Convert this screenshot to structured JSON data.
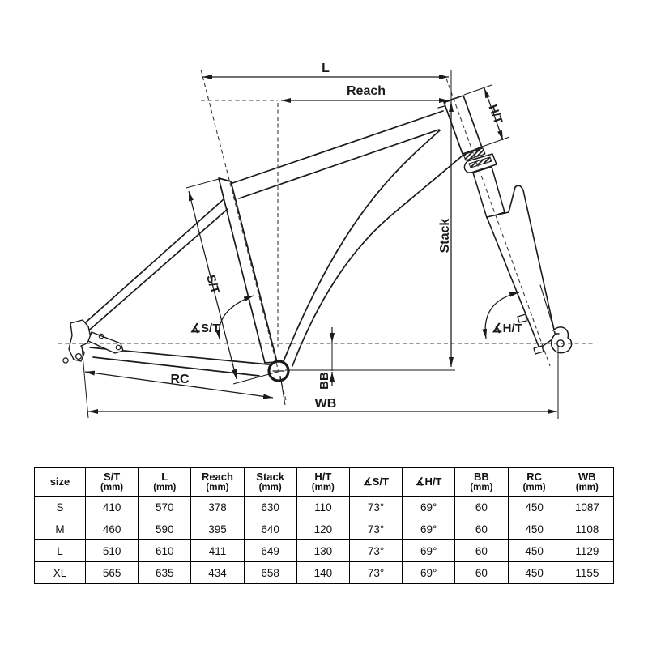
{
  "diagram": {
    "ink_color": "#1a1a1a",
    "labels": {
      "top_length": "L",
      "reach": "Reach",
      "head_tube": "H/T",
      "stack": "Stack",
      "seat_tube": "S/T",
      "seat_tube_angle": "∡S/T",
      "head_tube_angle": "∡H/T",
      "bb_drop": "BB",
      "rear_center": "RC",
      "wheelbase": "WB"
    }
  },
  "table": {
    "columns": [
      {
        "label": "size",
        "unit": ""
      },
      {
        "label": "S/T",
        "unit": "(mm)"
      },
      {
        "label": "L",
        "unit": "(mm)"
      },
      {
        "label": "Reach",
        "unit": "(mm)"
      },
      {
        "label": "Stack",
        "unit": "(mm)"
      },
      {
        "label": "H/T",
        "unit": "(mm)"
      },
      {
        "label": "∡S/T",
        "unit": ""
      },
      {
        "label": "∡H/T",
        "unit": ""
      },
      {
        "label": "BB",
        "unit": "(mm)"
      },
      {
        "label": "RC",
        "unit": "(mm)"
      },
      {
        "label": "WB",
        "unit": "(mm)"
      }
    ],
    "rows": [
      [
        "S",
        "410",
        "570",
        "378",
        "630",
        "110",
        "73°",
        "69°",
        "60",
        "450",
        "1087"
      ],
      [
        "M",
        "460",
        "590",
        "395",
        "640",
        "120",
        "73°",
        "69°",
        "60",
        "450",
        "1108"
      ],
      [
        "L",
        "510",
        "610",
        "411",
        "649",
        "130",
        "73°",
        "69°",
        "60",
        "450",
        "1129"
      ],
      [
        "XL",
        "565",
        "635",
        "434",
        "658",
        "140",
        "73°",
        "69°",
        "60",
        "450",
        "1155"
      ]
    ]
  }
}
